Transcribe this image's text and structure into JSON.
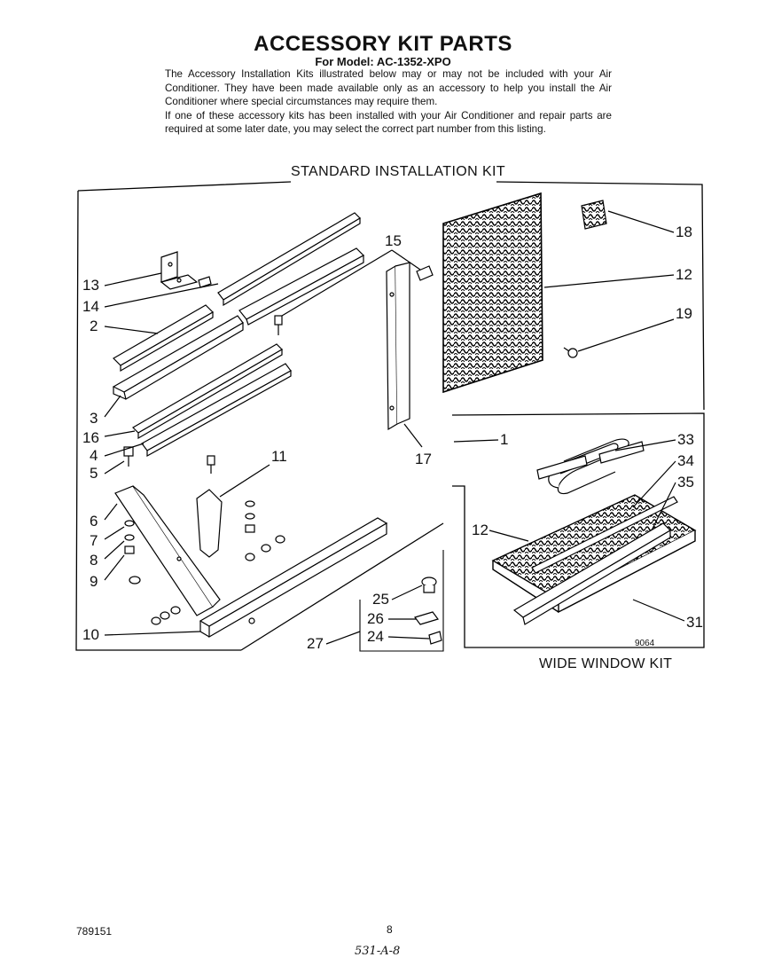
{
  "document": {
    "title": "ACCESSORY KIT PARTS",
    "model_line": "For Model: AC-1352-XPO",
    "intro_paragraph_1": "The Accessory Installation Kits illustrated below may or may not be included with your Air Conditioner. They have been made available only as an accessory to help you install the Air Conditioner where special circumstances may require them.",
    "intro_paragraph_2": "If one of these accessory kits has been installed with your Air Conditioner and repair parts are required at some later date, you may select the correct part number from this listing."
  },
  "standard_kit": {
    "heading": "STANDARD INSTALLATION KIT"
  },
  "wide_window_kit": {
    "heading": "WIDE WINDOW KIT",
    "drawing_code": "9064"
  },
  "callouts": {
    "c13": "13",
    "c14": "14",
    "c2": "2",
    "c3": "3",
    "c16": "16",
    "c4": "4",
    "c5": "5",
    "c6": "6",
    "c7": "7",
    "c8": "8",
    "c9": "9",
    "c10": "10",
    "c11": "11",
    "c15": "15",
    "c17": "17",
    "c18": "18",
    "c12": "12",
    "c19": "19",
    "c1": "1",
    "c33": "33",
    "c34": "34",
    "c35": "35",
    "c12b": "12",
    "c31": "31",
    "c25": "25",
    "c26": "26",
    "c24": "24",
    "c27": "27"
  },
  "footer": {
    "doc_number": "789151",
    "page_number": "8",
    "handwritten_code": "531-A-8"
  }
}
